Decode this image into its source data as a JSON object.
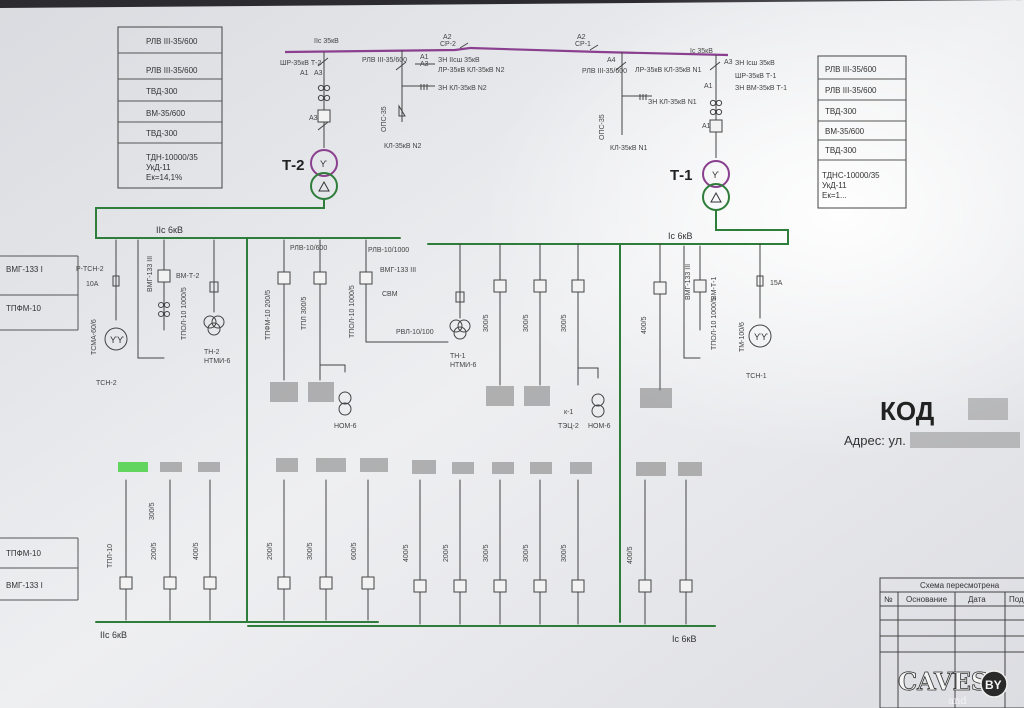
{
  "left_table": [
    "РЛВ III-35/600",
    "РЛВ III-35/600",
    "ТВД-300",
    "ВМ-35/600",
    "ТВД-300",
    "ТДН-10000/35",
    "УкД-11",
    "Ек=14,1%"
  ],
  "right_table": [
    "РЛВ III-35/600",
    "РЛВ III-35/600",
    "ТВД-300",
    "ВМ-35/600",
    "ТВД-300",
    "ТДНС-10000/35",
    "УкД-11",
    "Ек=1..."
  ],
  "left_stub_top": [
    "ВМГ-133 I",
    "ТПФМ-10"
  ],
  "left_stub_bottom": [
    "ТПФМ-10",
    "ВМГ-133 I"
  ],
  "hv": {
    "bus2": "IIс 35кВ",
    "bus1": "Iс 35кВ",
    "sr2": "СР-2",
    "sr1": "СР-1",
    "a2": "А2",
    "shr_t2": "ШР-35кВ Т-2",
    "shr_t1": "ШР-35кВ Т-1",
    "zn_iics": "ЗН IIсш 35кВ",
    "lr2": "ЛР-35кВ КЛ-35кВ N2",
    "zn_kl2": "ЗН КЛ-35кВ N2",
    "lr1": "ЛР-35кВ КЛ-35кВ N1",
    "zn_kl1": "ЗН КЛ-35кВ N1",
    "zn_ics": "ЗН Iсш 35кВ",
    "zn_vm": "ЗН ВМ-35кВ Т-1",
    "rlv2": "РЛВ III-35/600",
    "rlv1": "РЛВ III-35/600",
    "kl2": "КЛ-35кВ N2",
    "kl1": "КЛ-35кВ N1",
    "ops2": "ОПС-35",
    "ops1": "ОПС-35",
    "a1": "А1",
    "a3": "А3",
    "a4": "А4",
    "t2": "Т-2",
    "t1": "Т-1"
  },
  "mv": {
    "bus_iic": "IIс 6кВ",
    "bus_ic": "Iс 6кВ",
    "tsn2": "ТСН-2",
    "tsn1": "ТСН-1",
    "r_tsn2": "Р-ТСН-2",
    "fuse2": "10А",
    "fuse1": "15А",
    "tsma": "ТСМА-60/6",
    "tm": "ТМ-100/6",
    "vmg3": "ВМГ-133 III",
    "vmt2": "ВМ-Т-2",
    "vmt1": "ВМ-Т-1",
    "tpol": "ТПОЛ-10 1000/5",
    "tn2": "ТН-2",
    "ntmi2": "НТМИ-6",
    "tn1": "ТН-1",
    "ntmi1": "НТМИ-6",
    "rlv_10": "РЛВ-10/600",
    "rlv_1000": "РЛВ-10/1000",
    "svm": "СВМ",
    "rvl": "РВЛ-10/100",
    "tpfm": "ТПФМ-10 200/5",
    "tpl300": "ТПЛ 300/5",
    "tpol1000": "ТПОЛ-10 1000/5",
    "nom": "НОМ-6",
    "tec": "ТЭЦ-2",
    "k1": "к-1",
    "ct300": "300/5",
    "ct400": "400/5",
    "ct200": "200/5",
    "ct600": "600/5",
    "tpl10": "ТПЛ-10",
    "bot_iic": "IIс 6кВ",
    "bot_ic": "Iс 6кВ"
  },
  "right_info": {
    "kod": "КОД",
    "addr": "Адрес: ул."
  },
  "stamp": {
    "title": "Схема пересмотрена",
    "cols": [
      "№",
      "Основание",
      "Дата",
      "Под"
    ]
  },
  "watermark": {
    "main": "CAVES",
    "sub": "and",
    "badge": "BY"
  },
  "colors": {
    "hv": "#8a3f8f",
    "mv": "#2f7d3a",
    "line": "#4a4a4a",
    "highlight": "#3fcf3a"
  }
}
